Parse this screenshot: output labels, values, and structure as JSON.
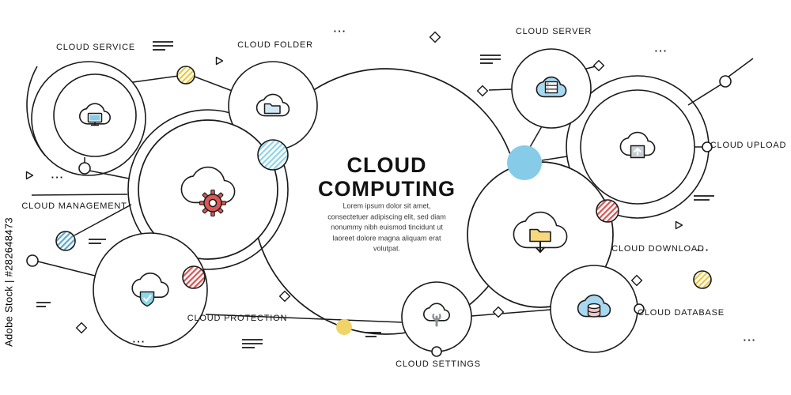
{
  "watermark": "Adobe Stock | #282648473",
  "title": {
    "line1": "CLOUD",
    "line2": "COMPUTING"
  },
  "description": "Lorem ipsum dolor sit amet, consectetuer adipiscing elit, sed diam nonummy nibh euismod tincidunt ut laoreet dolore magna aliquam erat volutpat.",
  "decor": {
    "ellipsis": "..."
  },
  "nodes": [
    {
      "id": "cloud-service",
      "label": "CLOUD SERVICE",
      "icon": "cloud-monitor-icon"
    },
    {
      "id": "cloud-folder",
      "label": "CLOUD FOLDER",
      "icon": "cloud-folder-icon"
    },
    {
      "id": "cloud-server",
      "label": "CLOUD SERVER",
      "icon": "cloud-server-icon"
    },
    {
      "id": "cloud-upload",
      "label": "CLOUD UPLOAD",
      "icon": "cloud-upload-icon"
    },
    {
      "id": "cloud-management",
      "label": "CLOUD MANAGEMENT",
      "icon": "cloud-gear-icon"
    },
    {
      "id": "cloud-download",
      "label": "CLOUD DOWNLOAD",
      "icon": "cloud-download-icon"
    },
    {
      "id": "cloud-database",
      "label": "CLOUD DATABASE",
      "icon": "cloud-database-icon"
    },
    {
      "id": "cloud-protection",
      "label": "CLOUD PROTECTION",
      "icon": "cloud-shield-icon"
    },
    {
      "id": "cloud-settings",
      "label": "CLOUD SETTINGS",
      "icon": "cloud-wrench-icon"
    }
  ],
  "colors": {
    "ink": "#1a1a1a",
    "yellow": "#e9c946",
    "teal": "#8fd6e8",
    "blue": "#86cbe8",
    "red": "#d95757"
  }
}
